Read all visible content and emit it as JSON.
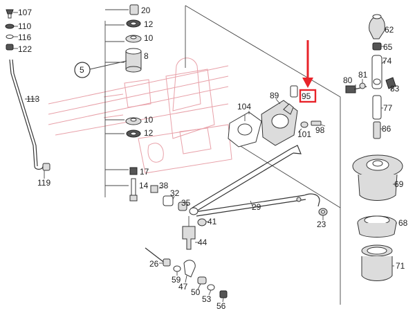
{
  "callouts": {
    "c107": "107",
    "c110": "110",
    "c116": "116",
    "c122": "122",
    "c113": "113",
    "c119": "119",
    "c20": "20",
    "c12a": "12",
    "c10a": "10",
    "c8": "8",
    "c5circle": "5",
    "c10b": "10",
    "c12b": "12",
    "c17": "17",
    "c14": "14",
    "c104": "104",
    "c89": "89",
    "c95": "95",
    "c101": "101",
    "c98": "98",
    "c38": "38",
    "c32": "32",
    "c35": "35",
    "c29": "29",
    "c41": "41",
    "c23": "23",
    "c44": "44",
    "c26": "26",
    "c59": "59",
    "c47": "47",
    "c50": "50",
    "c53": "53",
    "c56": "56",
    "c62": "62",
    "c65": "65",
    "c74": "74",
    "c80": "80",
    "c81": "81",
    "c83": "83",
    "c77": "77",
    "c86": "86",
    "c69": "69",
    "c68": "68",
    "c71": "71"
  },
  "colors": {
    "highlight": "#e8232a",
    "ghost_drawing": "#e8a0a8",
    "line": "#333333"
  }
}
